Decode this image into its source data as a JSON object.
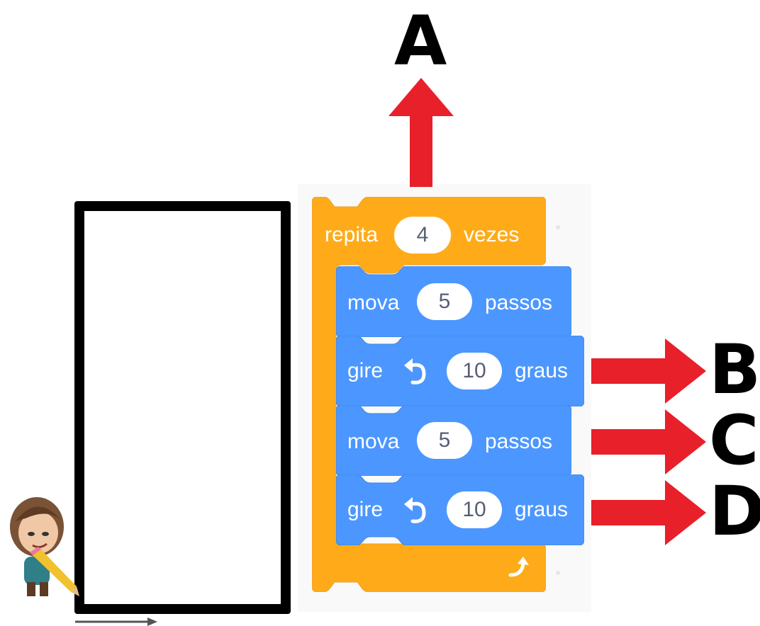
{
  "colors": {
    "control_block": "#ffab19",
    "motion_block": "#4c97ff",
    "annotation_arrow": "#e8202a",
    "drawn_line": "#000000"
  },
  "loop": {
    "label_before": "repita",
    "count": "4",
    "label_after": "vezes"
  },
  "blocks": [
    {
      "verb": "mova",
      "value": "5",
      "unit": "passos"
    },
    {
      "verb": "gire",
      "value": "10",
      "unit": "graus",
      "icon": "turn-left-icon"
    },
    {
      "verb": "mova",
      "value": "5",
      "unit": "passos"
    },
    {
      "verb": "gire",
      "value": "10",
      "unit": "graus",
      "icon": "turn-left-icon"
    }
  ],
  "annotations": {
    "a": "A",
    "b": "B",
    "c": "C",
    "d": "D"
  },
  "icons": {
    "loop_end": "loop-arrow-icon",
    "sprite": "pencil-character-sprite"
  }
}
